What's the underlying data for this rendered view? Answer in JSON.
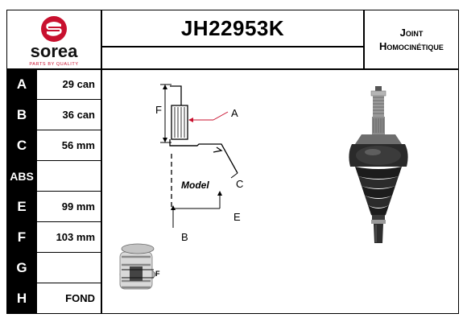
{
  "brand": {
    "name": "sorea",
    "tagline": "PARTS BY QUALITY",
    "color": "#c8102e"
  },
  "product": {
    "code": "JH22953K",
    "type_line1": "Joint",
    "type_line2": "Homocinétique"
  },
  "specs": [
    {
      "key": "A",
      "value": "29 can"
    },
    {
      "key": "B",
      "value": "36 can"
    },
    {
      "key": "C",
      "value": "56 mm"
    },
    {
      "key": "ABS",
      "value": ""
    },
    {
      "key": "E",
      "value": "99 mm"
    },
    {
      "key": "F",
      "value": "103 mm"
    },
    {
      "key": "G",
      "value": ""
    },
    {
      "key": "H",
      "value": "FOND"
    }
  ],
  "diagram": {
    "label_model": "Model",
    "label_a": "A",
    "label_b": "B",
    "label_c": "C",
    "label_e": "E",
    "label_f": "F",
    "label_f_small": "F"
  }
}
